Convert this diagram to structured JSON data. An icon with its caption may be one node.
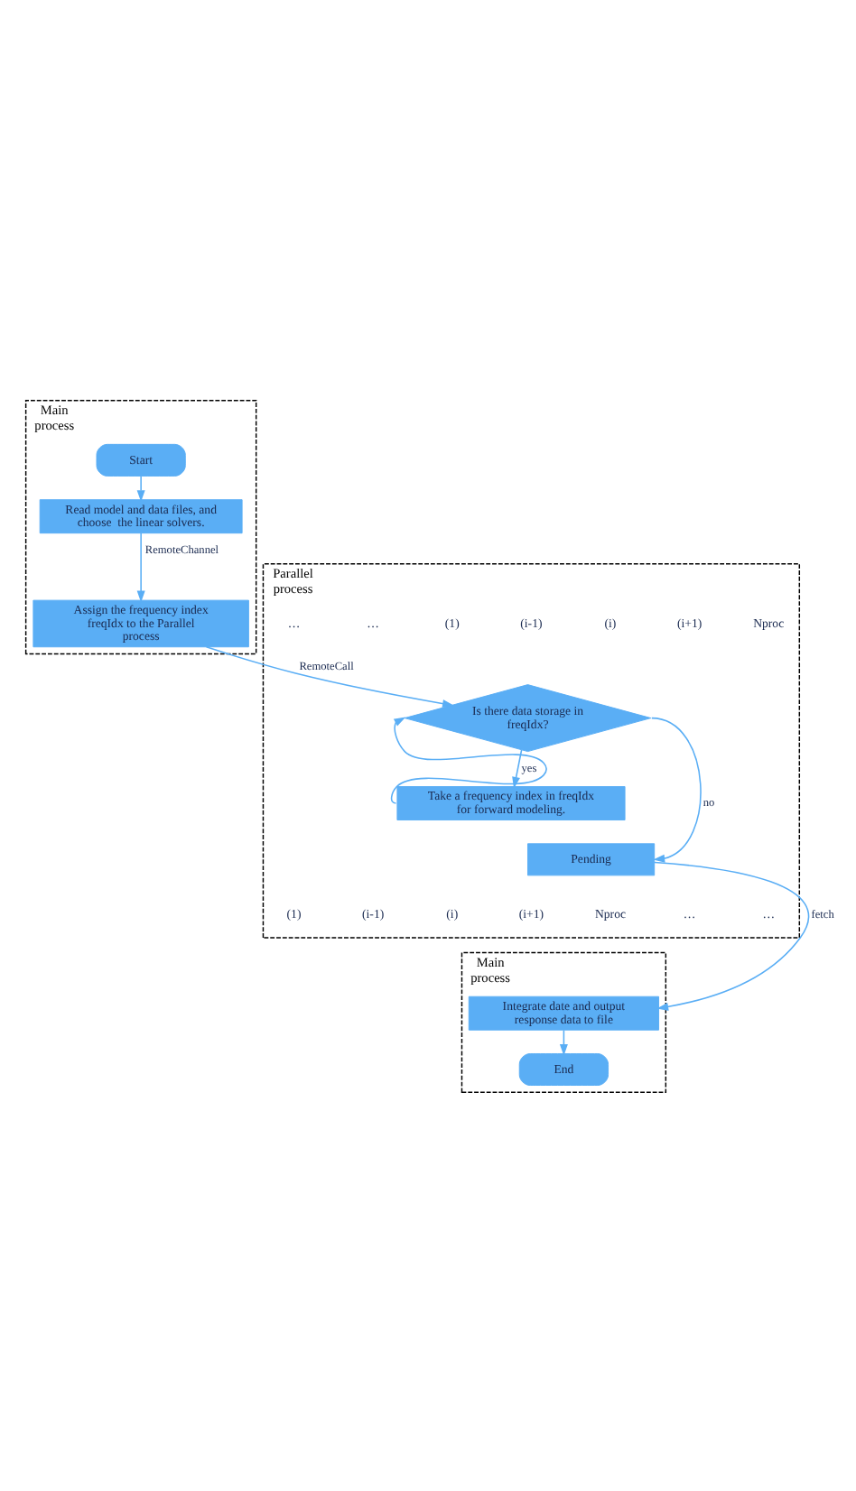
{
  "diagram": {
    "nodes": [
      {
        "text": [
          "Main process"
        ]
      },
      {
        "text": [
          "Start"
        ],
        "in": 0
      },
      {
        "text": [
          "Read model and data files, and choose  the linear solvers."
        ],
        "in": 0
      },
      {
        "text": [
          "Assign the frequency index freqIdx to the Parallel process"
        ],
        "in": 0
      },
      {
        "text": [
          "Parallel process"
        ]
      },
      {
        "text": [
          "Is there data storage in freqIdx?"
        ],
        "in": 4
      },
      {
        "text": [
          "Take a frequency index in freqIdx for forward modeling."
        ],
        "in": 4
      },
      {
        "text": [
          "Pending"
        ],
        "in": 4
      },
      {
        "text": [
          "Main process"
        ]
      },
      {
        "text": [
          "Integrate date and output response data to file"
        ],
        "in": 8
      },
      {
        "text": [
          "End"
        ],
        "in": 8
      }
    ],
    "edges": [
      {
        "from": 1,
        "to": 2,
        "arrow": "to"
      },
      {
        "from": 2,
        "to": 3,
        "arrow": "to",
        "label": "RemoteChannel"
      },
      {
        "from": 3,
        "to": 5,
        "arrow": "to",
        "label": "RemoteCall"
      },
      {
        "from": 5,
        "to": 6,
        "arrow": "to",
        "label": "yes"
      },
      {
        "from": 6,
        "to": 5,
        "arrow": "to"
      },
      {
        "from": 5,
        "to": 7,
        "arrow": "to",
        "label": "no"
      },
      {
        "from": 7,
        "to": 9,
        "arrow": "to",
        "label": "fetch"
      },
      {
        "from": 9,
        "to": 10,
        "arrow": "to"
      }
    ],
    "labels": [
      "…",
      "…",
      "(1)",
      "(i-1)",
      "(i)",
      "(i+1)",
      "Nproc",
      "(1)",
      "(i-1)",
      "(i)",
      "(i+1)",
      "Nproc",
      "…",
      "…"
    ]
  }
}
